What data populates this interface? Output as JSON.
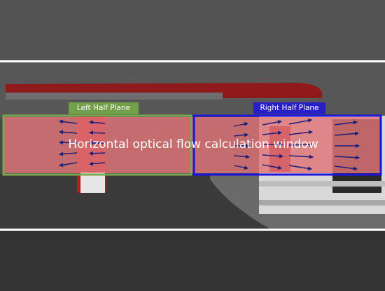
{
  "overlay": {
    "window_title": "Horizontal optical flow calculation window",
    "left_label": "Left Half Plane",
    "right_label": "Right Half Plane"
  },
  "colors": {
    "left_plane_border": "#7aa84e",
    "left_label_bg": "#72a04a",
    "right_plane_border": "#1d16d8",
    "right_label_bg": "#2a1ec8",
    "calc_window_fill": "#e07478",
    "flow_arrow": "#1b1f7a",
    "band_line": "#ffffff"
  },
  "icons": [
    "flow-arrow-icon"
  ]
}
